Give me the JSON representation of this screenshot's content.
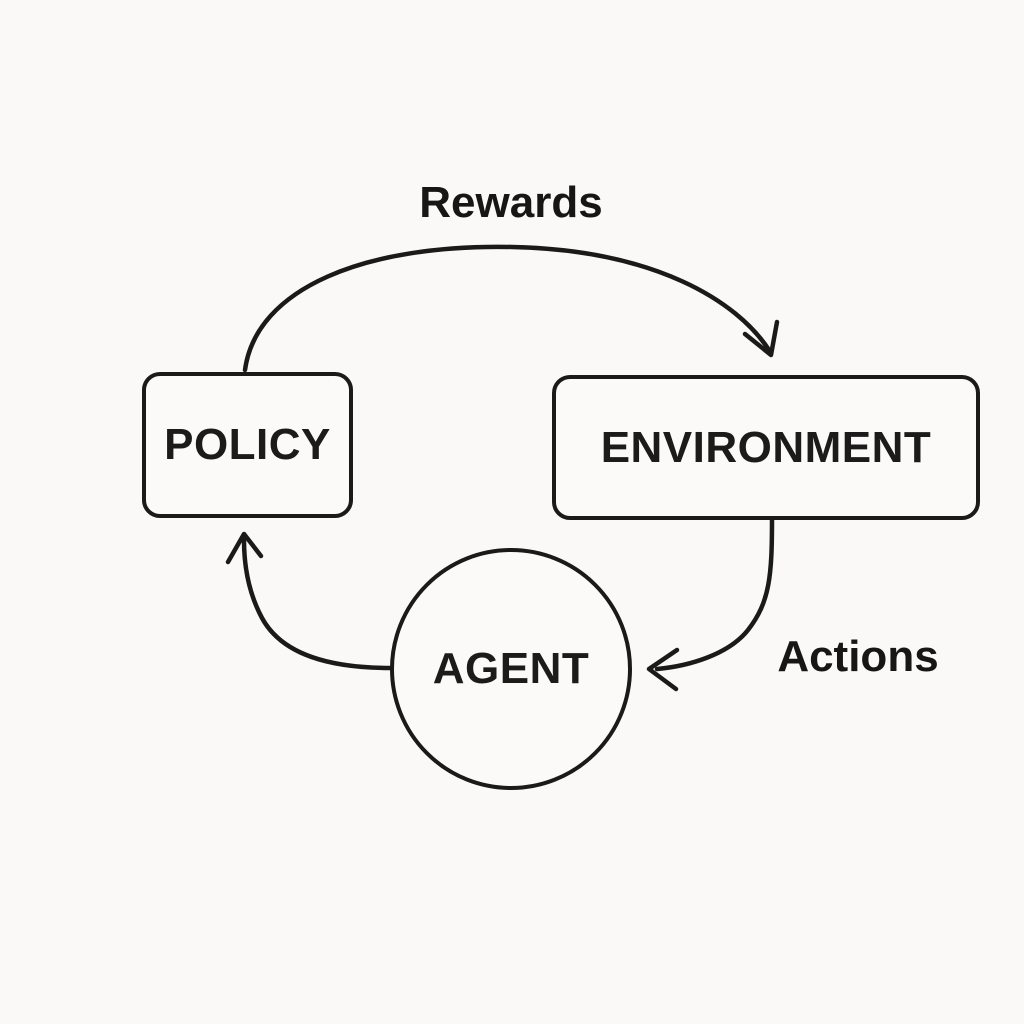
{
  "diagram": {
    "type": "flow-loop",
    "topic": "reinforcement-learning-loop",
    "nodes": [
      {
        "id": "policy",
        "label": "POLICY",
        "shape": "rounded-rectangle"
      },
      {
        "id": "environment",
        "label": "ENVIRONMENT",
        "shape": "rounded-rectangle"
      },
      {
        "id": "agent",
        "label": "AGENT",
        "shape": "circle"
      }
    ],
    "edges": [
      {
        "from": "policy",
        "to": "environment",
        "label": "Rewards",
        "style": "curved-arrow"
      },
      {
        "from": "environment",
        "to": "agent",
        "label": "Actions",
        "style": "curved-arrow"
      },
      {
        "from": "agent",
        "to": "policy",
        "label": "",
        "style": "curved-arrow"
      }
    ],
    "colors": {
      "background": "#FAF9F7",
      "stroke": "#1A1A1A",
      "text": "#1B1B1B"
    }
  }
}
